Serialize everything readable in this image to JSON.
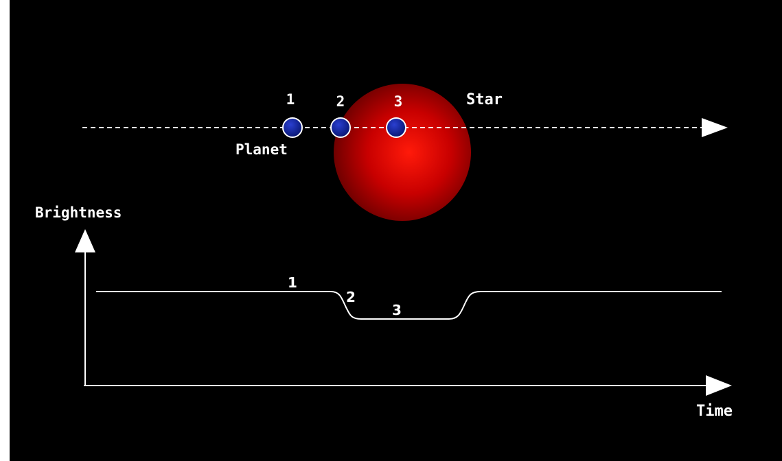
{
  "labels": {
    "star": "Star",
    "planet": "Planet",
    "brightness": "Brightness",
    "time": "Time"
  },
  "positions": [
    {
      "number": "1"
    },
    {
      "number": "2"
    },
    {
      "number": "3"
    }
  ],
  "colors": {
    "background": "#000000",
    "star_core": "#ff1a0a",
    "star_edge": "#7a0000",
    "planet_fill": "#0a1f9e",
    "line": "#ffffff"
  },
  "icons": {
    "orbit_arrow": "right-arrowhead",
    "brightness_axis": "up-arrowhead",
    "time_axis": "right-arrowhead"
  }
}
